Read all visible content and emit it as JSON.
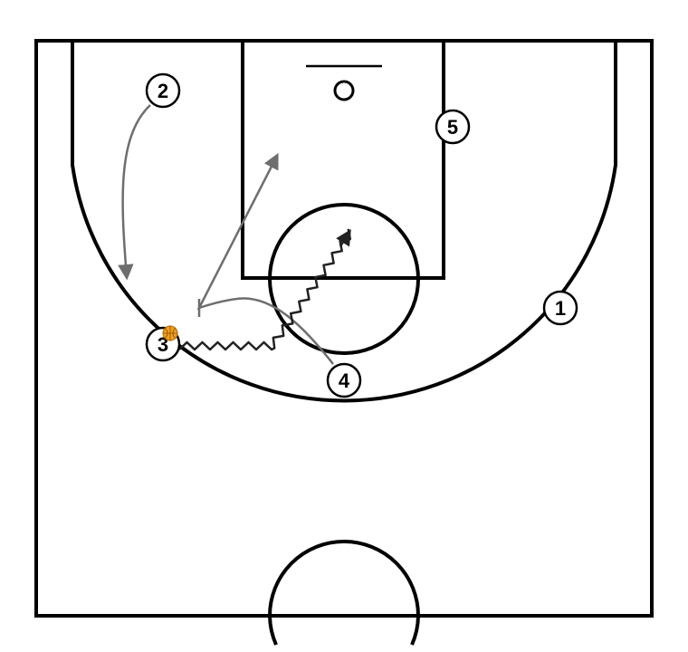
{
  "court": {
    "line_color": "#000000",
    "background": "#ffffff"
  },
  "players": [
    {
      "id": "p1",
      "label": "1"
    },
    {
      "id": "p2",
      "label": "2"
    },
    {
      "id": "p3",
      "label": "3"
    },
    {
      "id": "p4",
      "label": "4"
    },
    {
      "id": "p5",
      "label": "5"
    }
  ],
  "ball": {
    "holder": "3",
    "color": "#f0a020",
    "icon": "basketball-icon"
  },
  "movement_color": "#6e6e6e",
  "dribble_color": "#222222"
}
